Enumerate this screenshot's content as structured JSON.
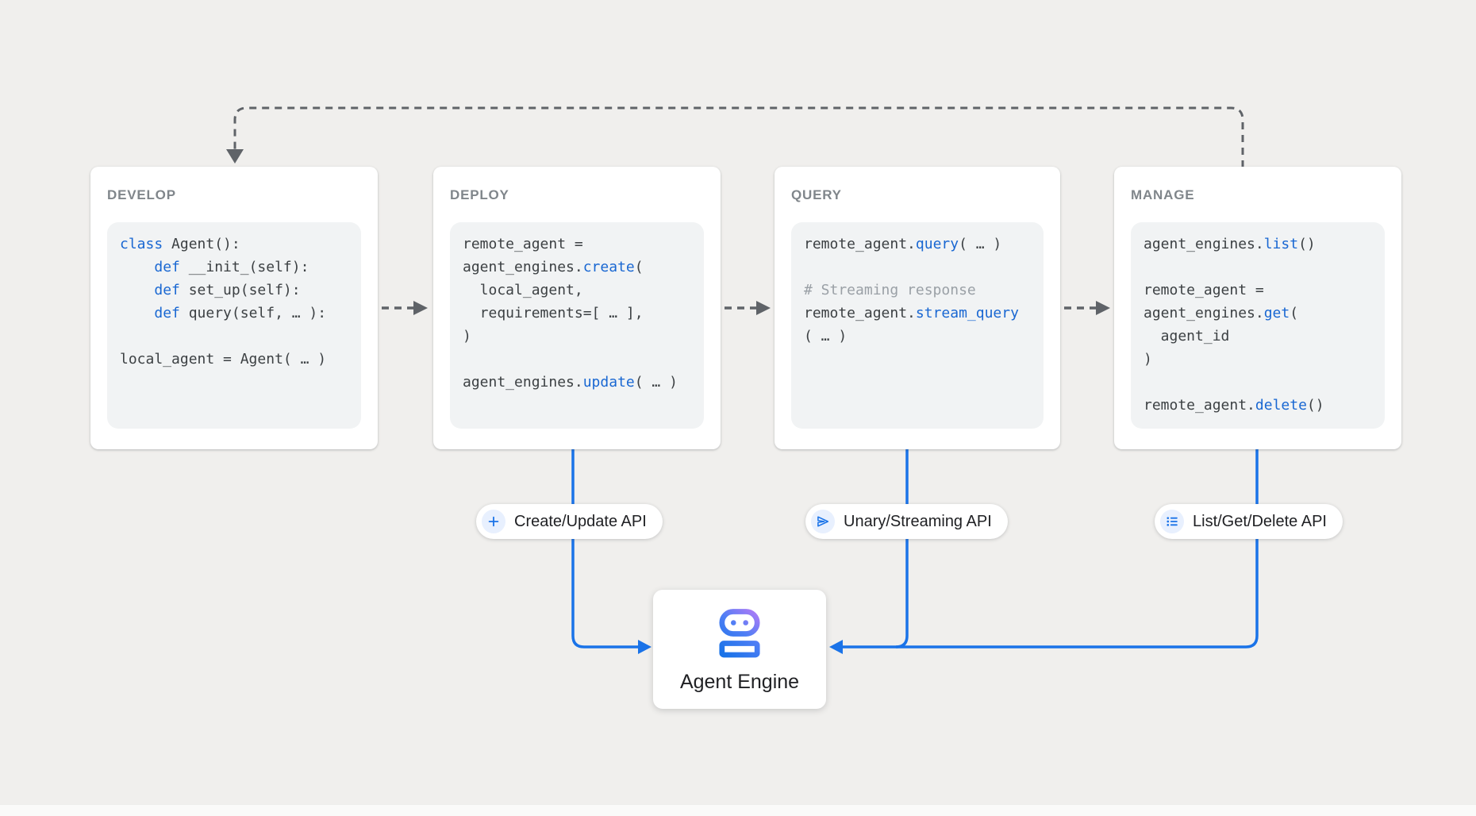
{
  "page": {
    "background": "#f0efed"
  },
  "colors": {
    "accent_blue": "#1a73e8",
    "keyword_blue": "#1967d2",
    "comment_gray": "#9aa0a6",
    "dash_gray": "#5f6368",
    "card_title_gray": "#80868b",
    "code_bg": "#f1f3f4",
    "robot_gradient": [
      "#1a73e8",
      "#ab7bf6"
    ]
  },
  "cards": {
    "develop": {
      "title": "DEVELOP",
      "code": [
        [
          {
            "t": "class",
            "c": "kw"
          },
          {
            "t": " Agent():",
            "c": "tx"
          }
        ],
        [
          {
            "t": "    ",
            "c": "tx"
          },
          {
            "t": "def",
            "c": "kw"
          },
          {
            "t": " __init_(self):",
            "c": "tx"
          }
        ],
        [
          {
            "t": "    ",
            "c": "tx"
          },
          {
            "t": "def",
            "c": "kw"
          },
          {
            "t": " set_up(self):",
            "c": "tx"
          }
        ],
        [
          {
            "t": "    ",
            "c": "tx"
          },
          {
            "t": "def",
            "c": "kw"
          },
          {
            "t": " query(self, … ):",
            "c": "tx"
          }
        ],
        [],
        [
          {
            "t": "local_agent = Agent( … )",
            "c": "tx"
          }
        ]
      ]
    },
    "deploy": {
      "title": "DEPLOY",
      "code": [
        [
          {
            "t": "remote_agent =",
            "c": "tx"
          }
        ],
        [
          {
            "t": "agent_engines.",
            "c": "tx"
          },
          {
            "t": "create",
            "c": "kw"
          },
          {
            "t": "(",
            "c": "tx"
          }
        ],
        [
          {
            "t": "  local_agent,",
            "c": "tx"
          }
        ],
        [
          {
            "t": "  requirements=[ … ],",
            "c": "tx"
          }
        ],
        [
          {
            "t": ")",
            "c": "tx"
          }
        ],
        [],
        [
          {
            "t": "agent_engines.",
            "c": "tx"
          },
          {
            "t": "update",
            "c": "kw"
          },
          {
            "t": "( … )",
            "c": "tx"
          }
        ]
      ]
    },
    "query": {
      "title": "QUERY",
      "code": [
        [
          {
            "t": "remote_agent.",
            "c": "tx"
          },
          {
            "t": "query",
            "c": "kw"
          },
          {
            "t": "( … )",
            "c": "tx"
          }
        ],
        [],
        [
          {
            "t": "# Streaming response",
            "c": "cm"
          }
        ],
        [
          {
            "t": "remote_agent.",
            "c": "tx"
          },
          {
            "t": "stream_query",
            "c": "kw"
          }
        ],
        [
          {
            "t": "( … )",
            "c": "tx"
          }
        ]
      ]
    },
    "manage": {
      "title": "MANAGE",
      "code": [
        [
          {
            "t": "agent_engines.",
            "c": "tx"
          },
          {
            "t": "list",
            "c": "kw"
          },
          {
            "t": "()",
            "c": "tx"
          }
        ],
        [],
        [
          {
            "t": "remote_agent =",
            "c": "tx"
          }
        ],
        [
          {
            "t": "agent_engines.",
            "c": "tx"
          },
          {
            "t": "get",
            "c": "kw"
          },
          {
            "t": "(",
            "c": "tx"
          }
        ],
        [
          {
            "t": "  agent_id",
            "c": "tx"
          }
        ],
        [
          {
            "t": ")",
            "c": "tx"
          }
        ],
        [],
        [
          {
            "t": "remote_agent.",
            "c": "tx"
          },
          {
            "t": "delete",
            "c": "kw"
          },
          {
            "t": "()",
            "c": "tx"
          }
        ]
      ]
    }
  },
  "pills": [
    {
      "icon": "plus-icon",
      "label": "Create/Update API"
    },
    {
      "icon": "send-icon",
      "label": "Unary/Streaming API"
    },
    {
      "icon": "list-icon",
      "label": "List/Get/Delete API"
    }
  ],
  "engine": {
    "icon": "robot-icon",
    "label": "Agent Engine"
  }
}
